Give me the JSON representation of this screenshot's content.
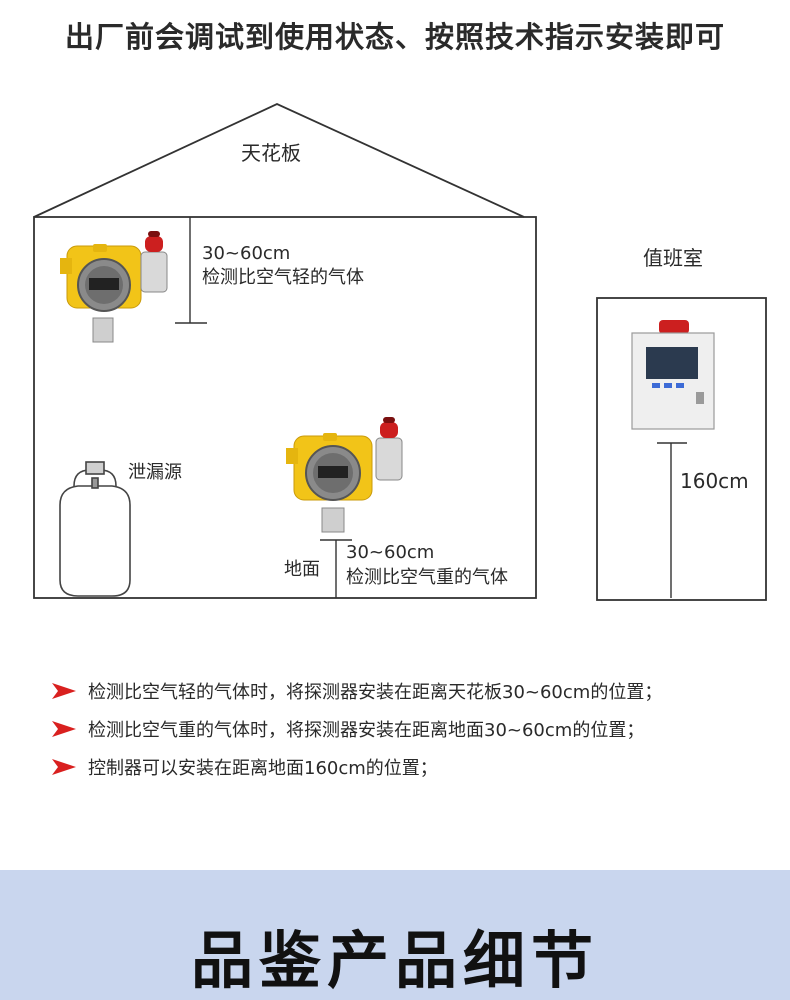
{
  "headline": "出厂前会调试到使用状态、按照技术指示安装即可",
  "diagram": {
    "ceiling_label": "天花板",
    "duty_room_label": "值班室",
    "upper_distance": "30~60cm",
    "upper_desc": "检测比空气轻的气体",
    "leak_source_label": "泄漏源",
    "floor_label": "地面",
    "lower_distance": "30~60cm",
    "lower_desc": "检测比空气重的气体",
    "controller_height": "160cm"
  },
  "notes": [
    "检测比空气轻的气体时，将探测器安装在距离天花板30~60cm的位置；",
    "检测比空气重的气体时，将探测器安装在距离地面30~60cm的位置；",
    "控制器可以安装在距离地面160cm的位置；"
  ],
  "colors": {
    "accent_arrow": "#d9201f",
    "detector_yellow": "#f2c418",
    "alarm_red": "#cc1f1f",
    "banner_bg": "#c9d6ee"
  },
  "banner_title": "品鉴产品细节"
}
